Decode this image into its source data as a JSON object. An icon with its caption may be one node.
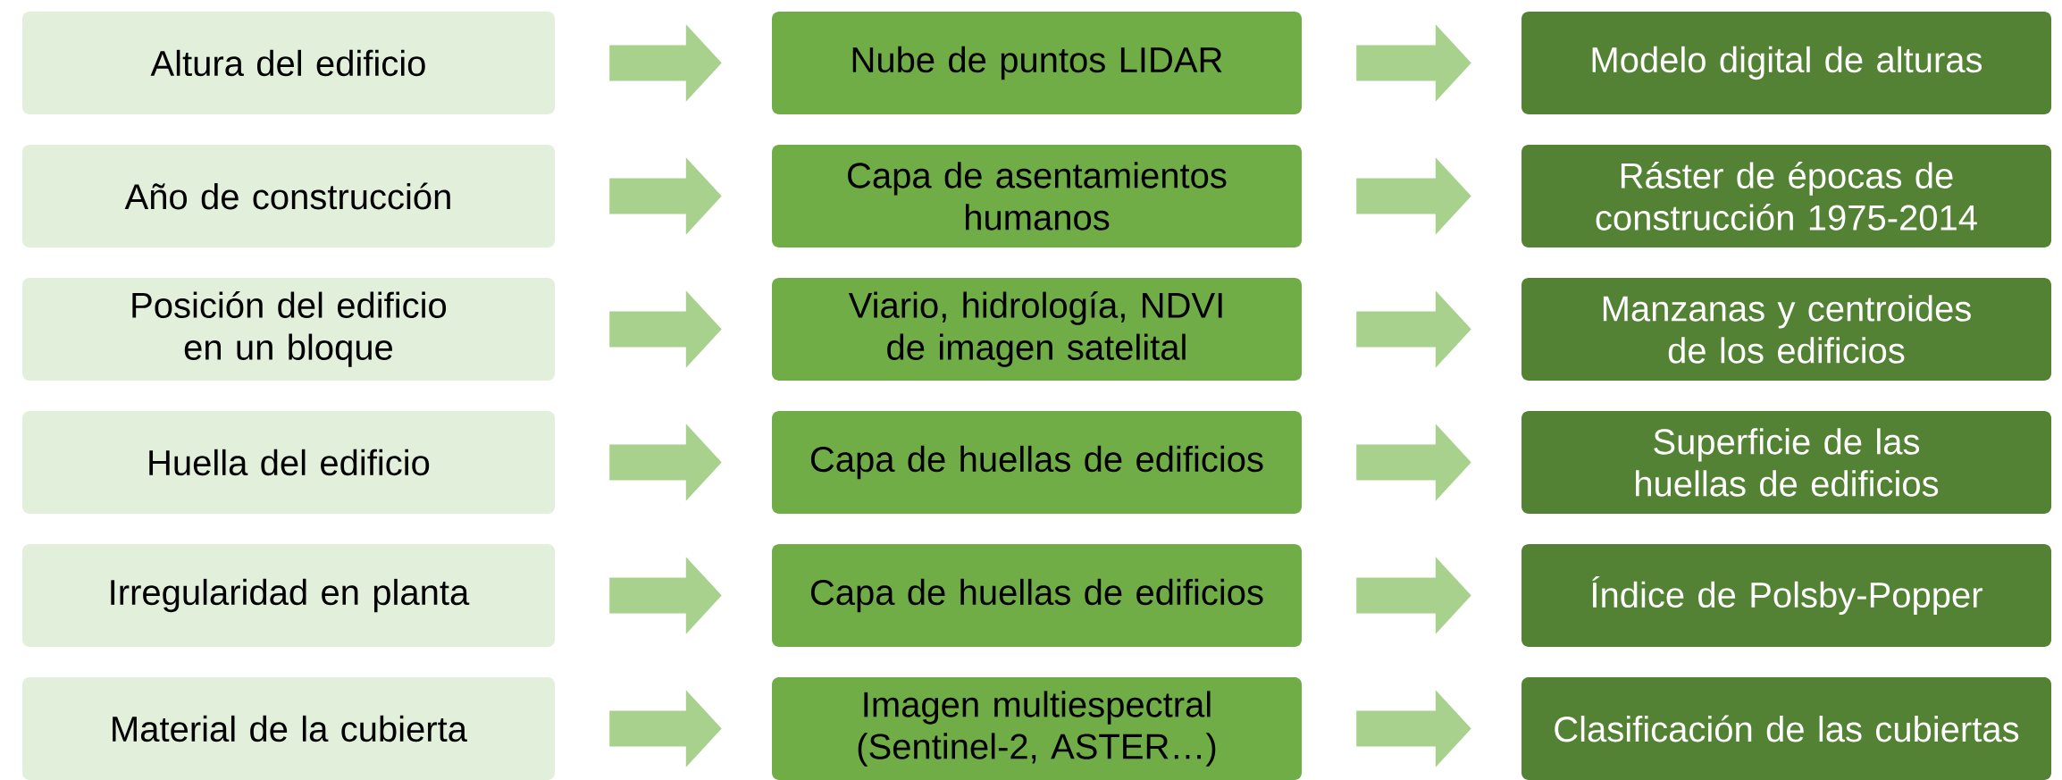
{
  "diagram": {
    "nodes": [
      {
        "text": [
          "Altura del edificio"
        ]
      },
      {
        "text": [
          "Nube de puntos LIDAR"
        ]
      },
      {
        "text": [
          "Modelo digital de alturas"
        ]
      },
      {
        "text": [
          "Año de construcción"
        ]
      },
      {
        "text": [
          "Capa de asentamientos humanos"
        ]
      },
      {
        "text": [
          "Ráster de épocas de construcción 1975-2014"
        ]
      },
      {
        "text": [
          "Posición del edificio en un bloque"
        ]
      },
      {
        "text": [
          "Viario, hidrología, NDVI de imagen satelital"
        ]
      },
      {
        "text": [
          "Manzanas y centroides de los edificios"
        ]
      },
      {
        "text": [
          "Huella del edificio"
        ]
      },
      {
        "text": [
          "Capa de huellas de edificios"
        ]
      },
      {
        "text": [
          "Superficie de las huellas de edificios"
        ]
      },
      {
        "text": [
          "Irregularidad en planta"
        ]
      },
      {
        "text": [
          "Capa de huellas de edificios"
        ]
      },
      {
        "text": [
          "Índice de Polsby-Popper"
        ]
      },
      {
        "text": [
          "Material de la cubierta"
        ]
      },
      {
        "text": [
          "Imagen multiespectral (Sentinel-2, ASTER…)"
        ]
      },
      {
        "text": [
          "Clasificación de las cubiertas"
        ]
      }
    ],
    "edges": [
      {
        "from": 0,
        "to": 1,
        "arrow": "to"
      },
      {
        "from": 1,
        "to": 2,
        "arrow": "to"
      },
      {
        "from": 3,
        "to": 4,
        "arrow": "to"
      },
      {
        "from": 4,
        "to": 5,
        "arrow": "to"
      },
      {
        "from": 6,
        "to": 7,
        "arrow": "to"
      },
      {
        "from": 7,
        "to": 8,
        "arrow": "to"
      },
      {
        "from": 9,
        "to": 10,
        "arrow": "to"
      },
      {
        "from": 10,
        "to": 11,
        "arrow": "to"
      },
      {
        "from": 12,
        "to": 13,
        "arrow": "to"
      },
      {
        "from": 13,
        "to": 14,
        "arrow": "to"
      },
      {
        "from": 15,
        "to": 16,
        "arrow": "to"
      },
      {
        "from": 16,
        "to": 17,
        "arrow": "to"
      }
    ]
  }
}
